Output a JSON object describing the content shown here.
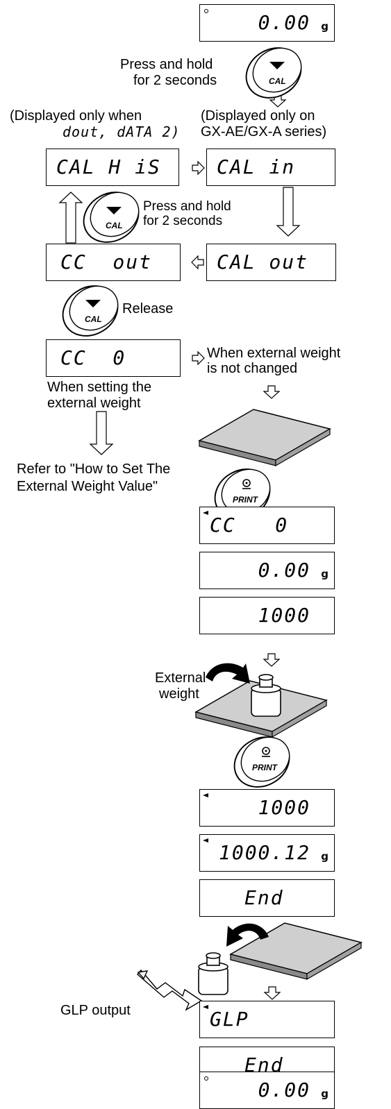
{
  "displays": {
    "top": {
      "value": "0.00",
      "unit": "g"
    },
    "cal_his": {
      "value": "CAL H iS"
    },
    "cal_in": {
      "value": "CAL in"
    },
    "cc_out": {
      "value": "CC  out"
    },
    "cal_out": {
      "value": "CAL out"
    },
    "cc_0": {
      "value": "CC  0"
    },
    "cc_0_stable": {
      "value": "CC   0"
    },
    "zero": {
      "value": "0.00",
      "unit": "g"
    },
    "one_thousand": {
      "value": "1000"
    },
    "one_thousand_stable": {
      "value": "1000"
    },
    "measured": {
      "value": "1000.12",
      "unit": "g"
    },
    "end_1": {
      "value": "End"
    },
    "glp": {
      "value": "GLP"
    },
    "end_2": {
      "value": "End"
    },
    "bottom": {
      "value": "0.00",
      "unit": "g"
    }
  },
  "keys": {
    "cal_label": "CAL",
    "print_label": "PRINT"
  },
  "labels": {
    "press_hold_1": "Press and hold",
    "press_hold_2": "for 2 seconds",
    "displayed_when": "(Displayed only when",
    "displayed_when_codes": "dout, dATA 2)",
    "displayed_series_1": "(Displayed only on",
    "displayed_series_2": "GX-AE/GX-A series)",
    "press_hold_b1": "Press and hold",
    "press_hold_b2": "for 2 seconds",
    "release": "Release",
    "not_changed_1": "When external weight",
    "not_changed_2": "is not changed",
    "setting_1": "When setting the",
    "setting_2": "external weight",
    "refer_1": "Refer to \"How to Set The",
    "refer_2": "External Weight Value\"",
    "external_1": "External",
    "external_2": "weight",
    "glp_output": "GLP output"
  }
}
